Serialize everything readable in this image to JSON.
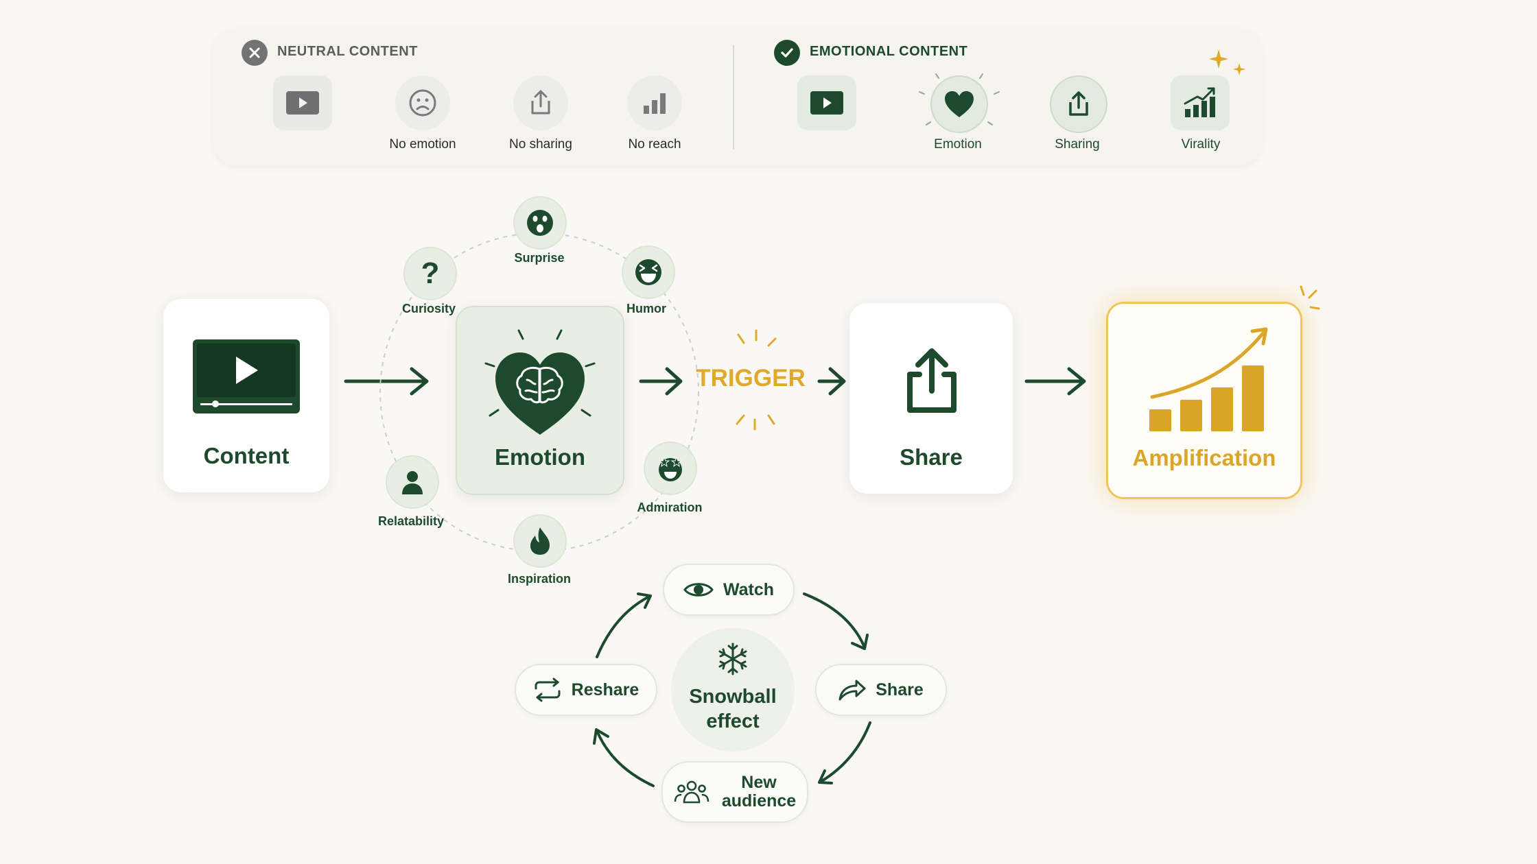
{
  "comparison": {
    "neutral": {
      "header": "NEUTRAL CONTENT",
      "steps": [
        {
          "icon": "play-icon",
          "label": ""
        },
        {
          "icon": "sad-face-icon",
          "label": "No emotion"
        },
        {
          "icon": "share-icon",
          "label": "No sharing"
        },
        {
          "icon": "bar-chart-icon",
          "label": "No reach"
        }
      ]
    },
    "emotional": {
      "header": "EMOTIONAL CONTENT",
      "steps": [
        {
          "icon": "play-icon",
          "label": ""
        },
        {
          "icon": "heart-icon",
          "label": "Emotion"
        },
        {
          "icon": "share-icon",
          "label": "Sharing"
        },
        {
          "icon": "growth-chart-icon",
          "label": "Virality"
        }
      ]
    }
  },
  "flow": {
    "content": "Content",
    "emotion": "Emotion",
    "trigger": "TRIGGER",
    "share": "Share",
    "amplification": "Amplification"
  },
  "emotions": {
    "surprise": "Surprise",
    "humor": "Humor",
    "curiosity": "Curiosity",
    "admiration": "Admiration",
    "relatability": "Relatability",
    "inspiration": "Inspiration"
  },
  "snowball": {
    "center_line1": "Snowball",
    "center_line2": "effect",
    "watch": "Watch",
    "share": "Share",
    "new_audience_line1": "New",
    "new_audience_line2": "audience",
    "reshare": "Reshare"
  },
  "colors": {
    "dark_green": "#1d4a2c",
    "pale_green": "#e8eee3",
    "gold": "#e1a92a",
    "gray": "#8a8a88",
    "background": "#faf8f4"
  }
}
